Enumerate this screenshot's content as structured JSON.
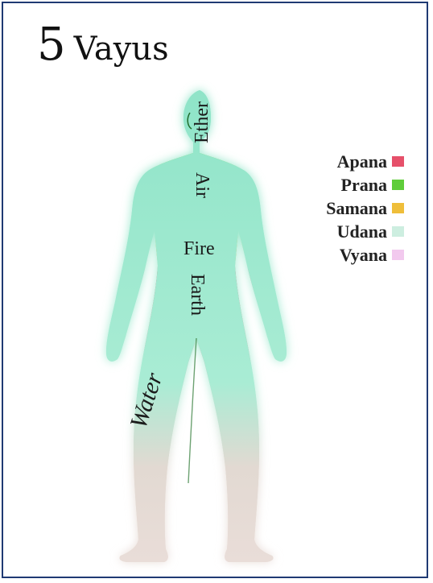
{
  "title": {
    "number": "5",
    "word": "Vayus"
  },
  "regions": {
    "ether": "Ether",
    "air": "Air",
    "fire": "Fire",
    "earth": "Earth",
    "water": "Water"
  },
  "legend": [
    {
      "label": "Apana",
      "color": "#e6506a"
    },
    {
      "label": "Prana",
      "color": "#5fcd3a"
    },
    {
      "label": "Samana",
      "color": "#efbe3a"
    },
    {
      "label": "Udana",
      "color": "#cdeee0"
    },
    {
      "label": "Vyana",
      "color": "#f2c9ee"
    }
  ],
  "colors": {
    "outline": "#1f6b2a",
    "udana_fill": "#8fe4c8",
    "prana_fill": "#7ed635",
    "samana_fill": "#f0c246",
    "apana_fill": "#ee6a7c",
    "vyana_glow": "#f2c9ee",
    "frame": "#1f3a73"
  }
}
